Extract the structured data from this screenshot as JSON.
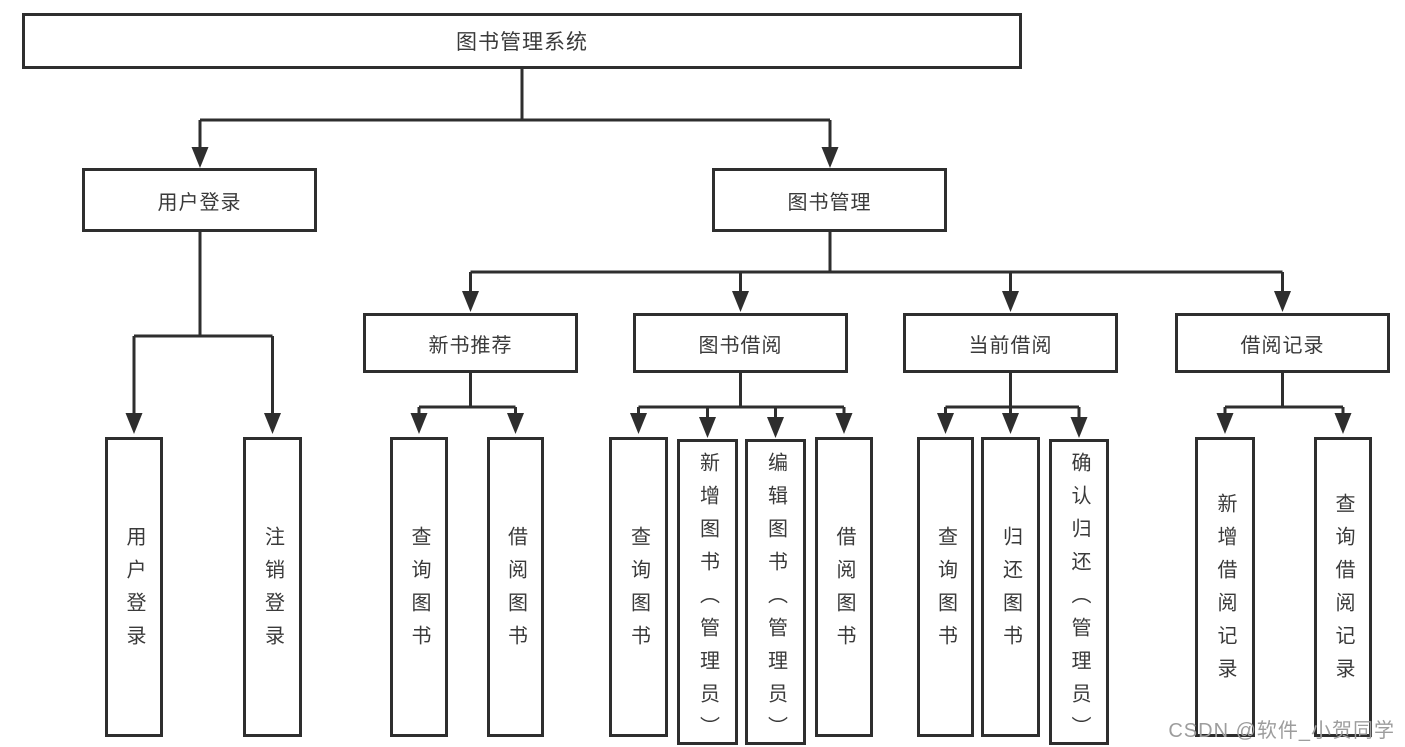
{
  "tree": {
    "root": "图书管理系统",
    "branches": [
      {
        "label": "用户登录",
        "children": [
          "用户登录",
          "注销登录"
        ]
      },
      {
        "label": "图书管理",
        "groups": [
          {
            "label": "新书推荐",
            "children": [
              "查询图书",
              "借阅图书"
            ]
          },
          {
            "label": "图书借阅",
            "children": [
              "查询图书",
              "新增图书（管理员）",
              "编辑图书（管理员）",
              "借阅图书"
            ]
          },
          {
            "label": "当前借阅",
            "children": [
              "查询图书",
              "归还图书",
              "确认归还（管理员）"
            ]
          },
          {
            "label": "借阅记录",
            "children": [
              "新增借阅记录",
              "查询借阅记录"
            ]
          }
        ]
      }
    ]
  },
  "watermark": {
    "text": "CSDN @软件_小贺同学",
    "color": "#9d9d9d"
  },
  "colors": {
    "line": "#2e2e2e",
    "border": "#2e2e2e",
    "text": "#3a3a3a",
    "background": "#ffffff"
  }
}
